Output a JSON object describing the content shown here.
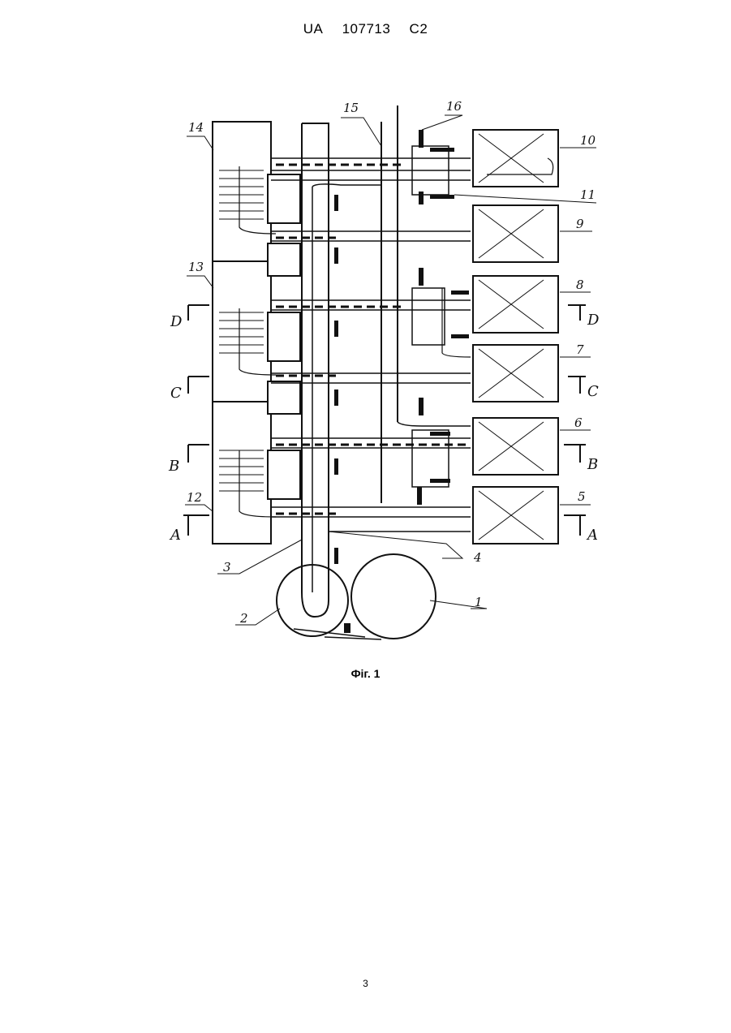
{
  "header": {
    "country": "UA",
    "number": "107713",
    "kind": "C2"
  },
  "figure": {
    "caption": "Фіг. 1",
    "part_labels": [
      "1",
      "2",
      "3",
      "4",
      "5",
      "6",
      "7",
      "8",
      "9",
      "10",
      "11",
      "12",
      "13",
      "14",
      "15",
      "16"
    ],
    "section_labels": [
      "A",
      "B",
      "C",
      "D"
    ]
  },
  "page_number": "3"
}
